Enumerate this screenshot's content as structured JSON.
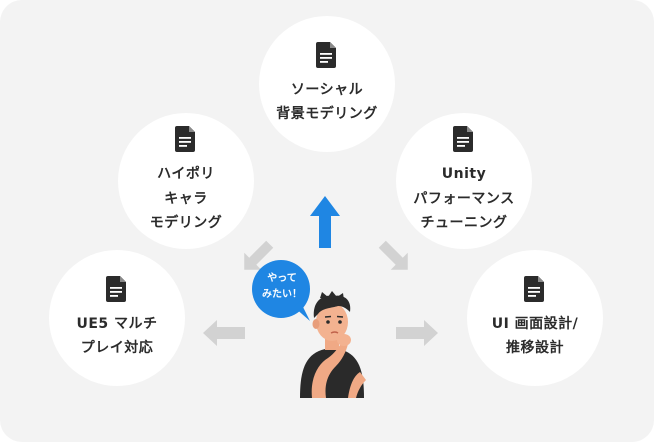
{
  "nodes": {
    "social": {
      "lines": [
        "ソーシャル",
        "背景モデリング"
      ],
      "icon": "document-icon"
    },
    "highpoly": {
      "lines": [
        "ハイポリ",
        "キャラ",
        "モデリング"
      ],
      "icon": "document-icon"
    },
    "unity": {
      "lines": [
        "Unity",
        "パフォーマンス",
        "チューニング"
      ],
      "icon": "document-icon"
    },
    "ue5": {
      "lines": [
        "UE5 マルチ",
        "プレイ対応"
      ],
      "icon": "document-icon"
    },
    "ui": {
      "lines": [
        "UI 画面設計/",
        "推移設計"
      ],
      "icon": "document-icon"
    }
  },
  "bubble": {
    "lines": [
      "やって",
      "みたい！"
    ]
  },
  "colors": {
    "background": "#f3f3f3",
    "node": "#ffffff",
    "text": "#2b2b2b",
    "accent_arrow": "#1f86e3",
    "muted_arrow": "#d2d2d2",
    "bubble": "#1f86e3"
  }
}
